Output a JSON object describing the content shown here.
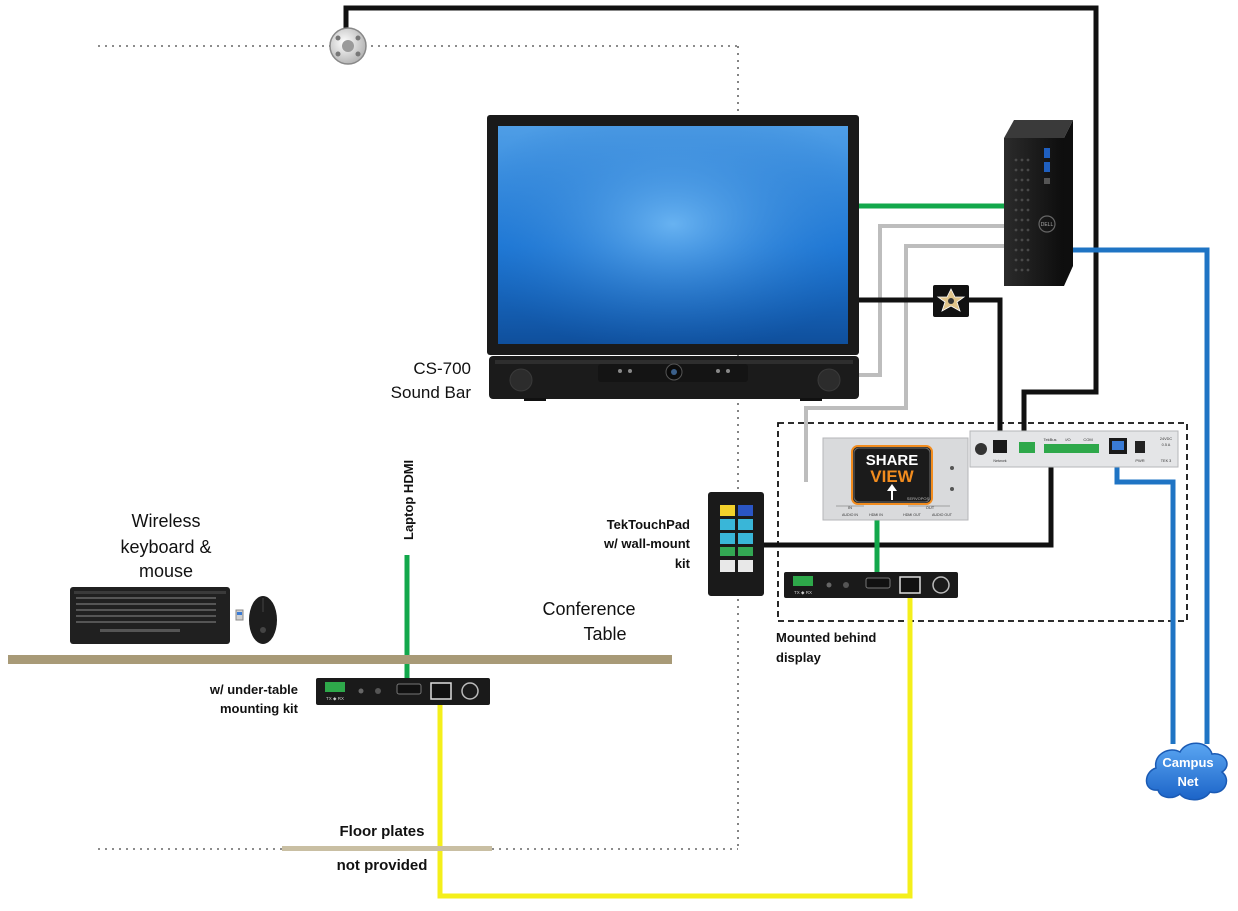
{
  "labels": {
    "soundbar_line1": "CS-700",
    "soundbar_line2": "Sound Bar",
    "laptop_hdmi": "Laptop HDMI",
    "wireless_line1": "Wireless",
    "wireless_line2": "keyboard &",
    "wireless_line3": "mouse",
    "conference_line1": "Conference",
    "conference_line2": "Table",
    "undertable_line1": "w/ under-table",
    "undertable_line2": "mounting kit",
    "touchpad_line1": "TekTouchPad",
    "touchpad_line2": "w/ wall-mount",
    "touchpad_line3": "kit",
    "mounted_line1": "Mounted behind",
    "mounted_line2": "display",
    "floor_plates": "Floor plates",
    "not_provided": "not provided",
    "campus_line1": "Campus",
    "campus_line2": "Net"
  },
  "device_text": {
    "shareview_top": "SHARE",
    "shareview_bottom": "VIEW",
    "shareview_brand": "SERVOPOS",
    "shareview_audio_in": "AUDIO IN",
    "shareview_hdmi_in": "HDMI IN",
    "shareview_hdmi_out": "HDMI OUT",
    "shareview_audio_out": "AUDIO OUT",
    "shareview_in": "IN",
    "shareview_out": "OUT",
    "hub_network": "Network",
    "hub_tekbus": "TekBus",
    "hub_io": "I/O",
    "hub_com": "COM",
    "hub_pwr": "PWR",
    "hub_voltage": "24VDC",
    "hub_amp": "0.5 A",
    "hub_model": "TEK 3",
    "ext_txrx": "TX ◆ RX",
    "pc_brand": "DELL"
  },
  "colors": {
    "hdmi_cable": "#12a84b",
    "usb_cable": "#bdbdbd",
    "control_cable": "#111111",
    "network_cable": "#1f74c4",
    "hdbaset_cable": "#f4ef1a",
    "table": "#a89a77",
    "cloud": "#2f7fe0"
  },
  "icons": [
    "ceiling-microphone-icon",
    "display-monitor-icon",
    "sound-bar-icon",
    "mini-pc-icon",
    "network-switch-icon",
    "shareview-hub-icon",
    "control-hub-icon",
    "touch-panel-icon",
    "hdbaset-extender-icon",
    "keyboard-icon",
    "mouse-icon",
    "usb-receiver-icon",
    "cloud-icon"
  ]
}
